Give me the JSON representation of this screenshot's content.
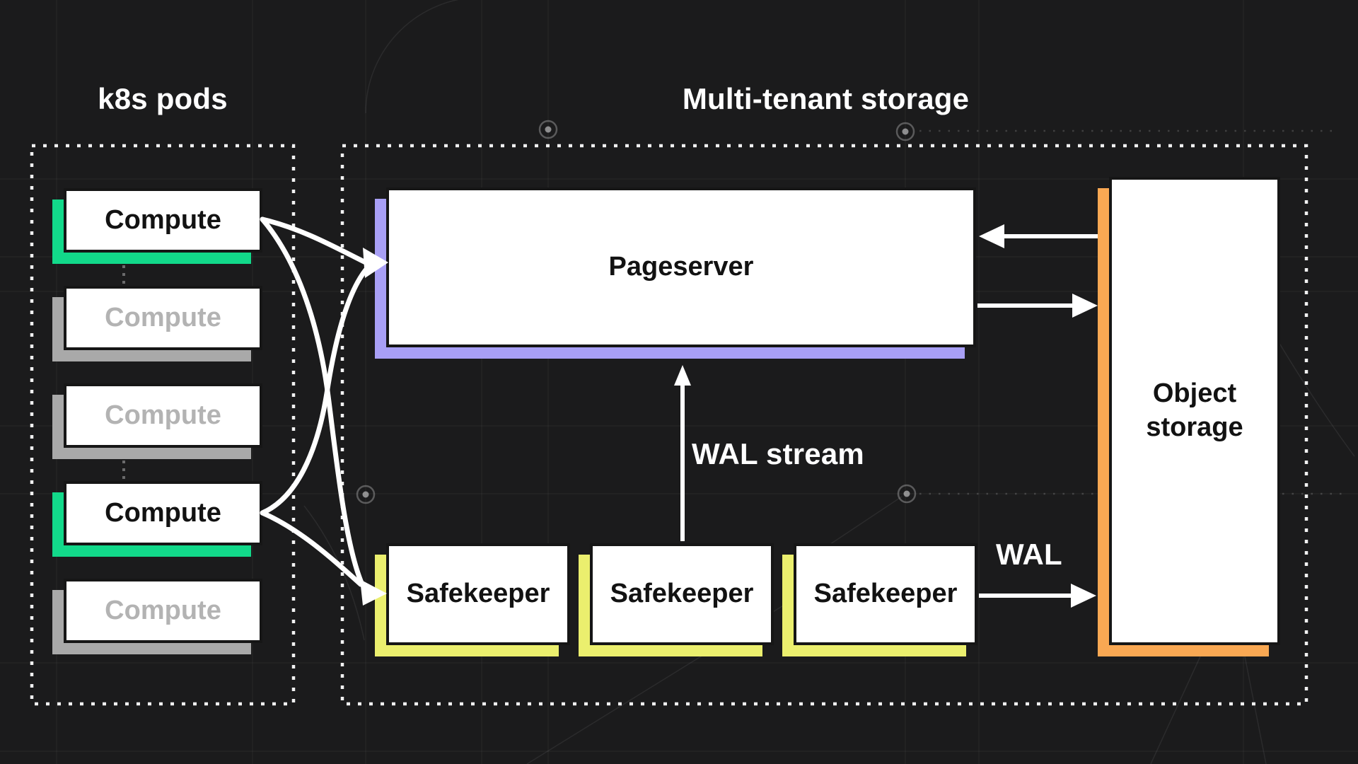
{
  "titles": {
    "left": "k8s pods",
    "right": "Multi-tenant storage"
  },
  "pods": [
    {
      "label": "Compute",
      "active": true
    },
    {
      "label": "Compute",
      "active": false
    },
    {
      "label": "Compute",
      "active": false
    },
    {
      "label": "Compute",
      "active": true
    },
    {
      "label": "Compute",
      "active": false
    }
  ],
  "storage": {
    "pageserver_label": "Pageserver",
    "safekeeper_labels": [
      "Safekeeper",
      "Safekeeper",
      "Safekeeper"
    ],
    "object_storage_label": "Object storage"
  },
  "annotations": {
    "wal_stream": "WAL stream",
    "wal": "WAL"
  },
  "colors": {
    "bg": "#1b1b1c",
    "box-bg": "#ffffff",
    "box-border": "#161616",
    "box-text": "#121212",
    "inactive-text": "#b3b3b3",
    "green": "#12d98a",
    "gray": "#a9a9a9",
    "purple": "#a89ff5",
    "yellow": "#ebef6e",
    "orange": "#f9a853",
    "arrow": "#ffffff",
    "dots": "#f2f2f2",
    "title-text": "#ffffff"
  }
}
